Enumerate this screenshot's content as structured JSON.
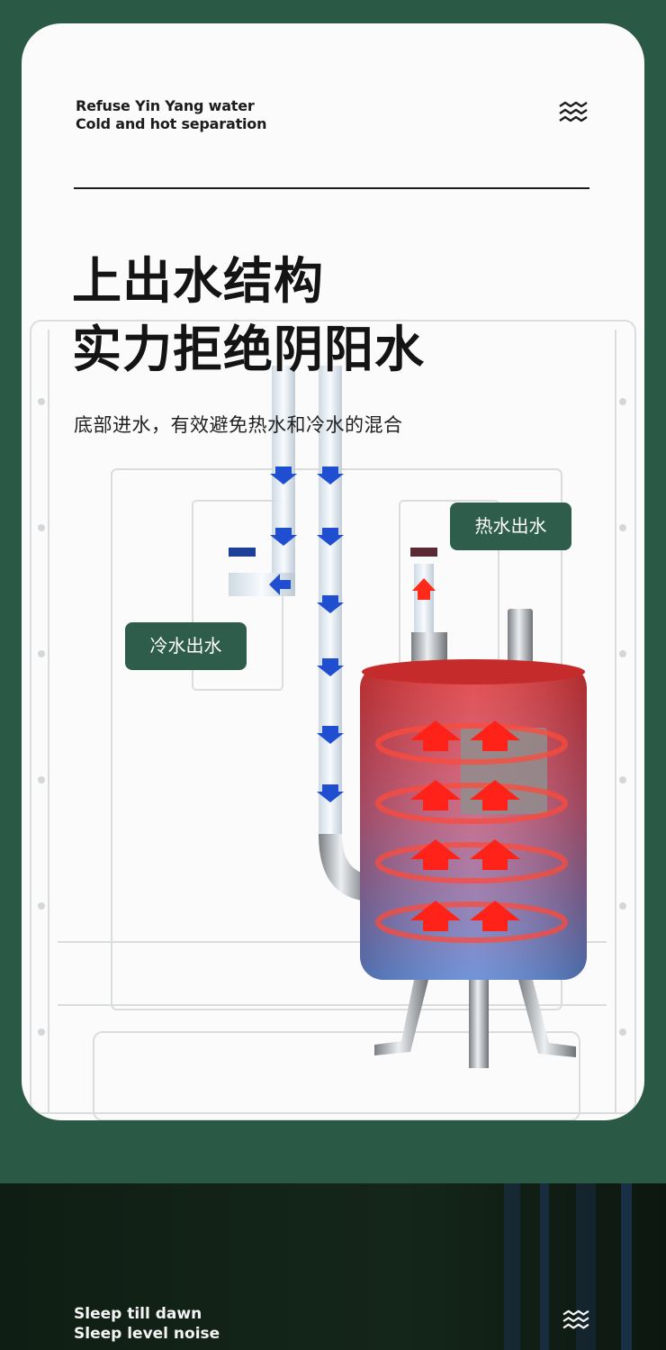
{
  "header": {
    "line1": "Refuse Yin Yang water",
    "line2": "Cold and hot separation",
    "icon": "water-waves-icon"
  },
  "headline": {
    "line1": "上出水结构",
    "line2": "实力拒绝阴阳水"
  },
  "subline": "底部进水，有效避免热水和冷水的混合",
  "labels": {
    "hot_outlet": "热水出水",
    "cold_outlet": "冷水出水"
  },
  "footer": {
    "line1": "Sleep till dawn",
    "line2": "Sleep level noise",
    "icon": "water-waves-icon"
  },
  "colors": {
    "background": "#2a5a45",
    "label_pill": "#2f5d4b",
    "hot_arrow": "#ff2a1a",
    "cold_arrow": "#1f4fd0",
    "tank_top": "#e23a3a",
    "tank_bottom": "#5d86d4"
  }
}
